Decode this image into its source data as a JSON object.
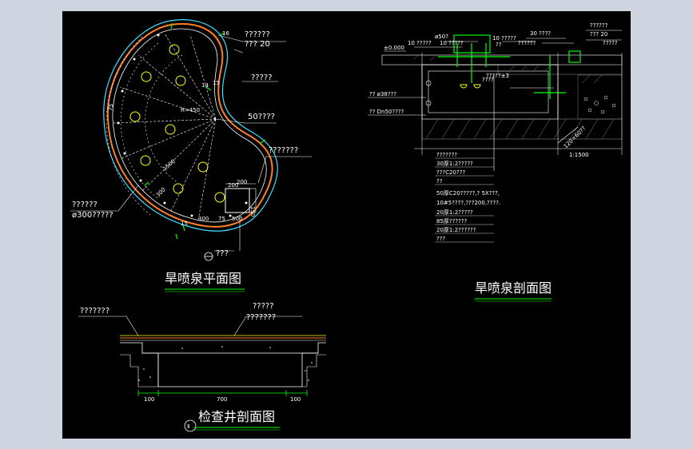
{
  "titles": {
    "plan": "旱喷泉平面图",
    "section": "旱喷泉剖面图",
    "well": "检查井剖面图"
  },
  "plan_labels": {
    "top_right_1": "??????",
    "top_right_2": "??? 20",
    "mid_right": "?????",
    "center_right": "50????",
    "lower_right": "???????",
    "left_1": "??????",
    "left_2": "ø300?????",
    "bottom": "???",
    "dim_r450": "R=450",
    "dim_1500": "1500",
    "dim_200a": "200",
    "dim_200b": "200",
    "dim_150": "150",
    "dim_300a": "300",
    "dim_300b": "300",
    "dim_75a": "75",
    "dim_75b": "75",
    "dim_14": "14",
    "dim_15": "15",
    "dim_15b": "15",
    "dim_16": "16",
    "dim_500": "500"
  },
  "section_labels": {
    "top_1": "ø50?",
    "top_2": "10 ?????",
    "top_3": "10 ?????",
    "top_4": "??",
    "top_5": "30 ????",
    "top_6": "??????",
    "top_7": "??????",
    "top_8": "??? 20",
    "top_9": "?????",
    "left_1": "10 ?????",
    "elev": "±0.000",
    "left_pipe_1": "?? ø38???",
    "left_pipe_2": "?? Dn50????",
    "mid_1": "????",
    "mid_2": "?????±3",
    "bottom_1": "120×60??",
    "bottom_2": "1:1500",
    "notes": [
      "???????",
      "30厚1:2?????",
      "???C20???",
      "??",
      "50厚C20?????,? 5X???,",
      "10#5????,???200,????.",
      "20厚1:2?????",
      "85厚??????",
      "20厚1:2??????",
      "???"
    ]
  },
  "well_labels": {
    "top_left": "???????",
    "top_right_1": "?????",
    "top_right_2": "???????",
    "dim_100a": "100",
    "dim_700": "700",
    "dim_100b": "100",
    "num": "Ⅱ"
  },
  "colors": {
    "orange": "#ff7f27",
    "cyan": "#3fe0ff",
    "green": "#00ff00",
    "yellow": "#ffff00",
    "white": "#ffffff",
    "gray": "#808080"
  }
}
